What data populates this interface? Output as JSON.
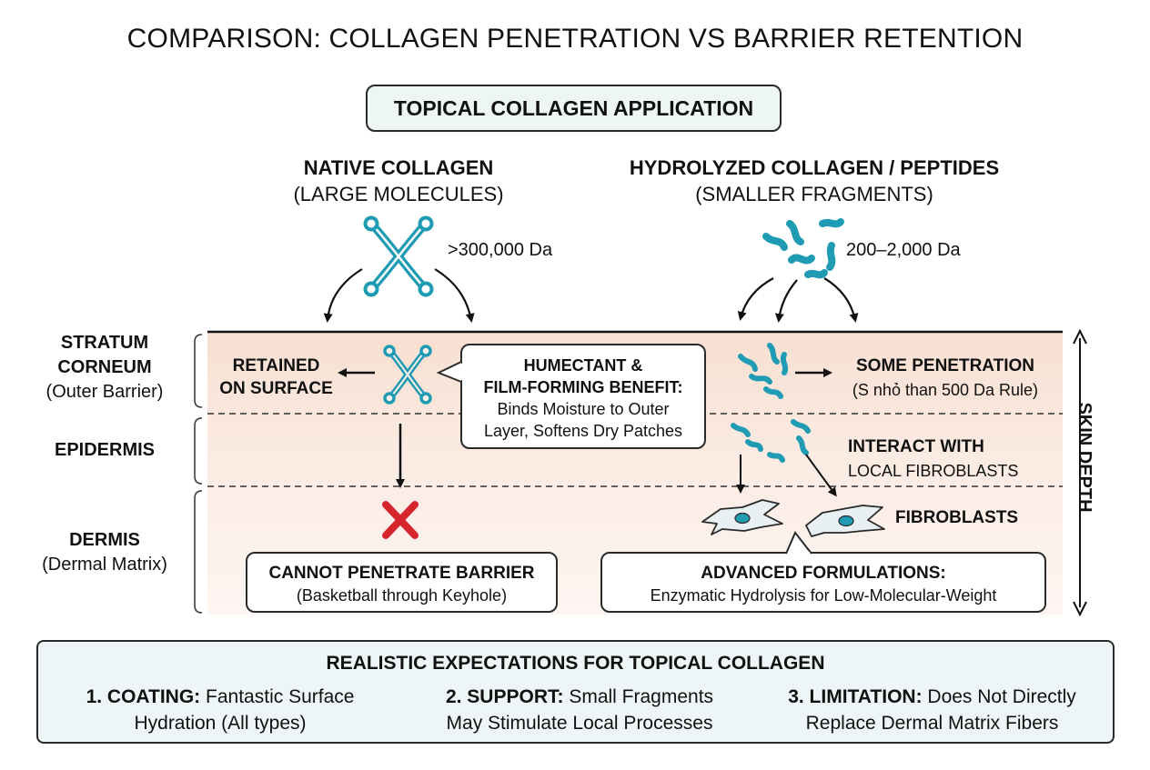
{
  "title": "COMPARISON: COLLAGEN PENETRATION VS BARRIER RETENTION",
  "top_box": "TOPICAL COLLAGEN APPLICATION",
  "native": {
    "heading": "NATIVE COLLAGEN",
    "sub": "(LARGE MOLECULES)",
    "da": ">300,000 Da"
  },
  "hydrolyzed": {
    "heading": "HYDROLYZED COLLAGEN / PEPTIDES",
    "sub": "(SMALLER FRAGMENTS)",
    "da": "200–2,000 Da"
  },
  "layers": {
    "stratum": {
      "line1": "STRATUM",
      "line2": "CORNEUM",
      "line3": "(Outer Barrier)"
    },
    "epidermis": {
      "line1": "EPIDERMIS"
    },
    "dermis": {
      "line1": "DERMIS",
      "line2": "(Dermal Matrix)"
    }
  },
  "skin_depth": "SKIN DEPTH",
  "retained": {
    "line1": "RETAINED",
    "line2": "ON SURFACE"
  },
  "humectant": {
    "line1": "HUMECTANT &",
    "line2": "FILM-FORMING BENEFIT:",
    "line3": "Binds Moisture to Outer",
    "line4": "Layer, Softens Dry Patches"
  },
  "penetration": {
    "line1": "SOME PENETRATION",
    "line2": "(S nhỏ than 500 Da Rule)"
  },
  "interact": {
    "line1": "INTERACT WITH",
    "line2": "LOCAL FIBROBLASTS"
  },
  "fibroblasts": "FIBROBLASTS",
  "cannot": {
    "line1": "CANNOT PENETRATE BARRIER",
    "line2": "(Basketball through Keyhole)"
  },
  "advanced": {
    "line1": "ADVANCED FORMULATIONS:",
    "line2": "Enzymatic Hydrolysis for Low-Molecular-Weight"
  },
  "summary": {
    "title": "REALISTIC EXPECTATIONS FOR TOPICAL COLLAGEN",
    "items": [
      {
        "label": "1. COATING:",
        "text1": "Fantastic Surface",
        "text2": "Hydration (All types)"
      },
      {
        "label": "2. SUPPORT:",
        "text1": "Small Fragments",
        "text2": "May Stimulate Local Processes"
      },
      {
        "label": "3. LIMITATION:",
        "text1": "Does Not Directly",
        "text2": "Replace Dermal Matrix Fibers"
      }
    ]
  },
  "colors": {
    "teal": "#1f9bb3",
    "outline": "#2a2a2a",
    "band_top": "#f7dfd2",
    "band_bottom": "#fdf6f2",
    "cross": "#d6262d",
    "panel": "#eef5f6"
  }
}
